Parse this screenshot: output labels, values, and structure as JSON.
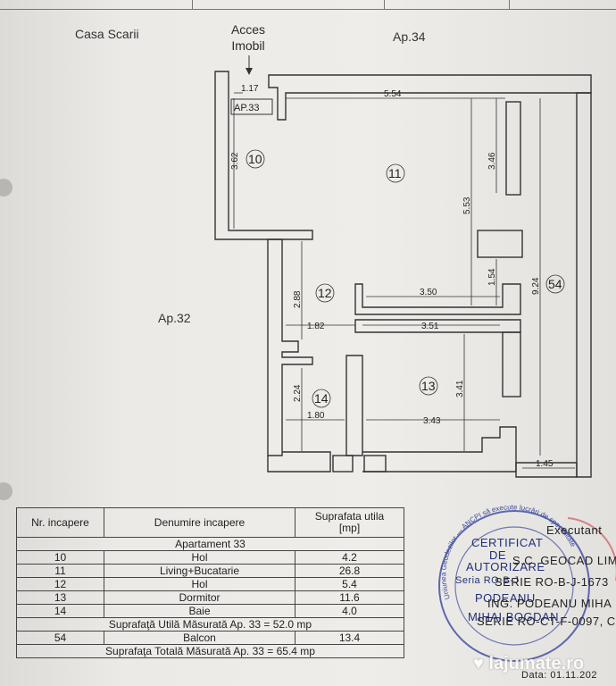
{
  "labels": {
    "casa_scarii": "Casa Scarii",
    "acces_line1": "Acces",
    "acces_line2": "Imobil",
    "ap34": "Ap.34",
    "ap32": "Ap.32",
    "ap33_tag": "AP.33"
  },
  "dimensions": {
    "d1_17": "1.17",
    "d5_54": "5.54",
    "d3_62": "3.62",
    "d3_46": "3.46",
    "d5_53": "5.53",
    "d1_54": "1.54",
    "d9_24": "9.24",
    "d2_88": "2.88",
    "d3_50": "3.50",
    "d1_82": "1.82",
    "d3_51": "3.51",
    "d2_24": "2.24",
    "d3_41": "3.41",
    "d1_80": "1.80",
    "d3_43": "3.43",
    "d1_45": "1.45"
  },
  "rooms": {
    "r10": "10",
    "r11": "11",
    "r12": "12",
    "r13": "13",
    "r14": "14",
    "r54": "54"
  },
  "table": {
    "headers": {
      "nr": "Nr. incapere",
      "name": "Denumire incapere",
      "area": "Suprafata utila",
      "area_unit": "[mp]"
    },
    "apartment": "Apartament 33",
    "rows": [
      {
        "nr": "10",
        "name": "Hol",
        "area": "4.2"
      },
      {
        "nr": "11",
        "name": "Living+Bucatarie",
        "area": "26.8"
      },
      {
        "nr": "12",
        "name": "Hol",
        "area": "5.4"
      },
      {
        "nr": "13",
        "name": "Dormitor",
        "area": "11.6"
      },
      {
        "nr": "14",
        "name": "Baie",
        "area": "4.0"
      }
    ],
    "useful_total": "Suprafaţă Utilă Măsurată Ap. 33 = 52.0 mp",
    "balcony": {
      "nr": "54",
      "name": "Balcon",
      "area": "13.4"
    },
    "total": "Suprafaţa Totală Măsurată Ap. 33 = 65.4 mp"
  },
  "stamp": {
    "executant": "Executant",
    "l1": "CERTIFICAT",
    "l2": "DE",
    "l3": "AUTORIZARE",
    "l4": "S.C. GEOCAD LIMIT",
    "l5": "Seria RO-B-J",
    "l6": "SERIE RO-B-J-1673",
    "l7": "PODEANU",
    "l8": "ING. PODEANU MIHA",
    "l9": "MIHAI BOGDAN",
    "l10": "SERIE RO-CT-F-0097, C",
    "ring": "Uniunea Geodezilor — ANCPI să execute lucrări de specialitate",
    "date": "Data: 01.11.202"
  },
  "watermark": "lajumate.ro"
}
